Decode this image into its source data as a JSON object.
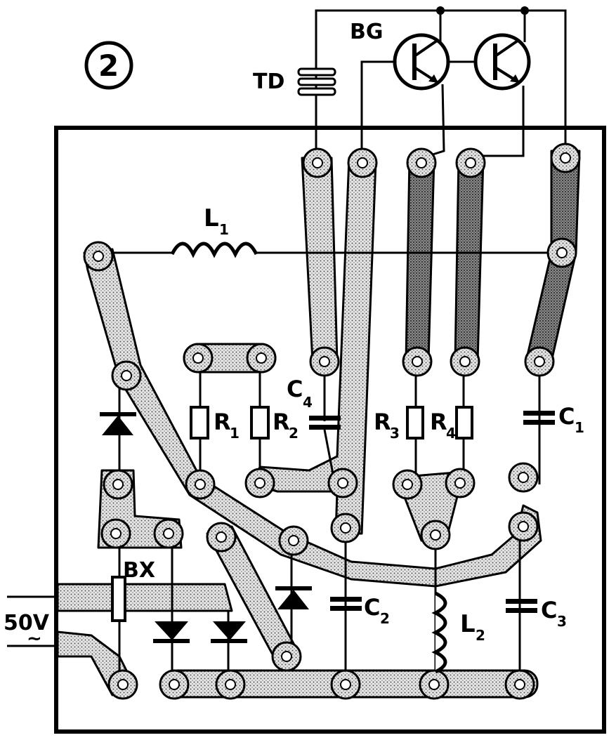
{
  "figure_number": "②",
  "labels": {
    "bg": "BG",
    "td": "TD",
    "l1": "L",
    "l1_sub": "1",
    "l2": "L",
    "l2_sub": "2",
    "r1": "R",
    "r1_sub": "1",
    "r2": "R",
    "r2_sub": "2",
    "r3": "R",
    "r3_sub": "3",
    "r4": "R",
    "r4_sub": "4",
    "c1": "C",
    "c1_sub": "1",
    "c2": "C",
    "c2_sub": "2",
    "c3": "C",
    "c3_sub": "3",
    "c4": "C",
    "c4_sub": "4",
    "bx": "BX",
    "input_voltage": "50V",
    "ac_symbol": "~"
  }
}
